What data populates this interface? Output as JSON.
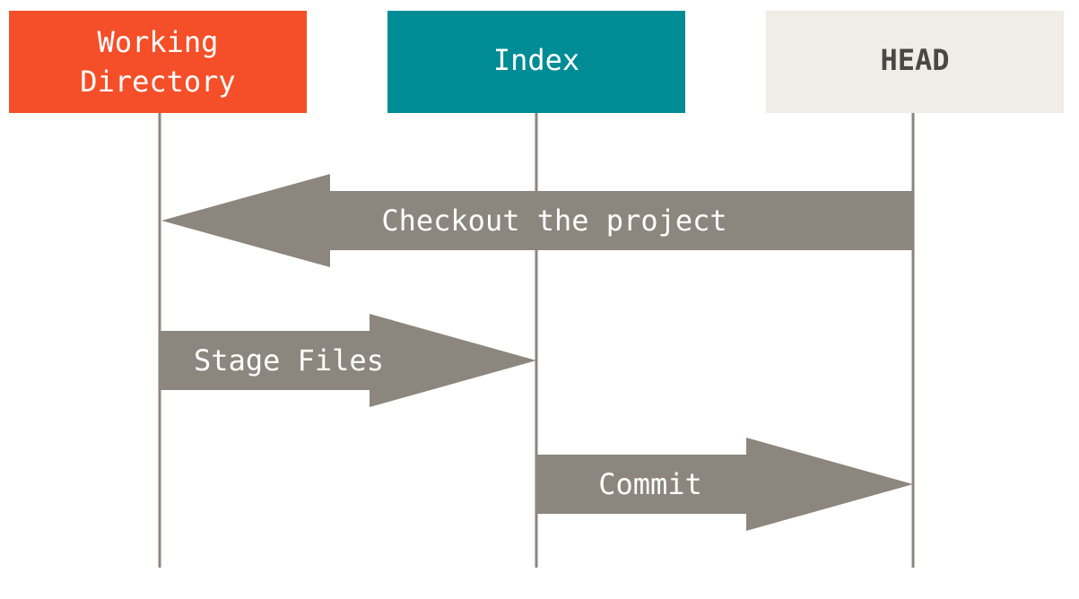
{
  "areas": [
    {
      "id": "working-directory",
      "label_lines": [
        "Working",
        "Directory"
      ],
      "fill": "#f54f29",
      "text_color": "#ffffff"
    },
    {
      "id": "index",
      "label_lines": [
        "Index"
      ],
      "fill": "#008c95",
      "text_color": "#ffffff"
    },
    {
      "id": "head",
      "label_lines": [
        "HEAD"
      ],
      "fill": "#efede6",
      "text_color": "#4a4744"
    }
  ],
  "arrows": [
    {
      "id": "checkout",
      "label": "Checkout the project",
      "from": "head",
      "to": "working-directory"
    },
    {
      "id": "stage",
      "label": "Stage Files",
      "from": "working-directory",
      "to": "index"
    },
    {
      "id": "commit",
      "label": "Commit",
      "from": "index",
      "to": "head"
    }
  ],
  "colors": {
    "lifeline": "#8c867e",
    "arrow_fill": "#8c867e",
    "arrow_text": "#ffffff"
  }
}
